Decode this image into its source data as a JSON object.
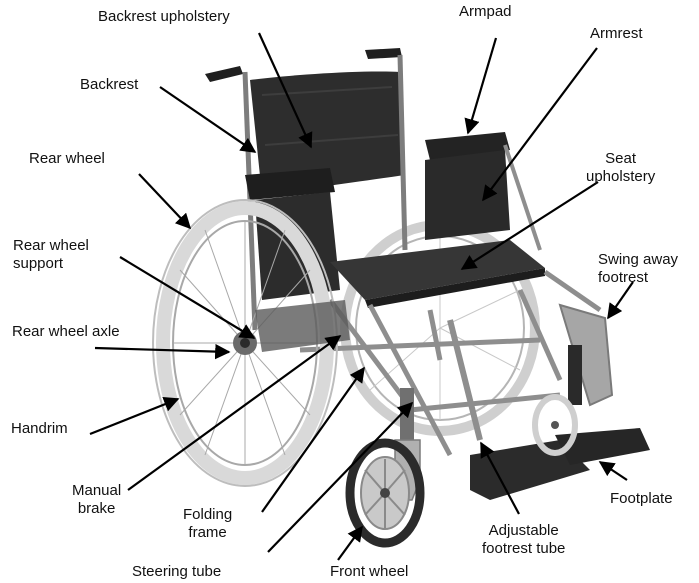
{
  "labels": {
    "backrest_upholstery": "Backrest upholstery",
    "armpad": "Armpad",
    "armrest": "Armrest",
    "backrest": "Backrest",
    "rear_wheel": "Rear wheel",
    "seat_upholstery": [
      "Seat",
      "upholstery"
    ],
    "rear_wheel_support": [
      "Rear wheel",
      "support"
    ],
    "swing_away_footrest": [
      "Swing away",
      "footrest"
    ],
    "rear_wheel_axle": "Rear wheel axle",
    "handrim": "Handrim",
    "manual_brake": [
      "Manual",
      "brake"
    ],
    "folding_frame": [
      "Folding",
      "frame"
    ],
    "footplate": "Footplate",
    "adjustable_footrest_tube": [
      "Adjustable",
      "footrest tube"
    ],
    "steering_tube": "Steering tube",
    "front_wheel": "Front wheel"
  },
  "colors": {
    "arrow": "#000000",
    "text": "#111111",
    "upholstery": "#2b2b2b",
    "frame": "#8e8e8e",
    "tire": "#d9d9d9",
    "spoke": "#a8a8a8"
  }
}
